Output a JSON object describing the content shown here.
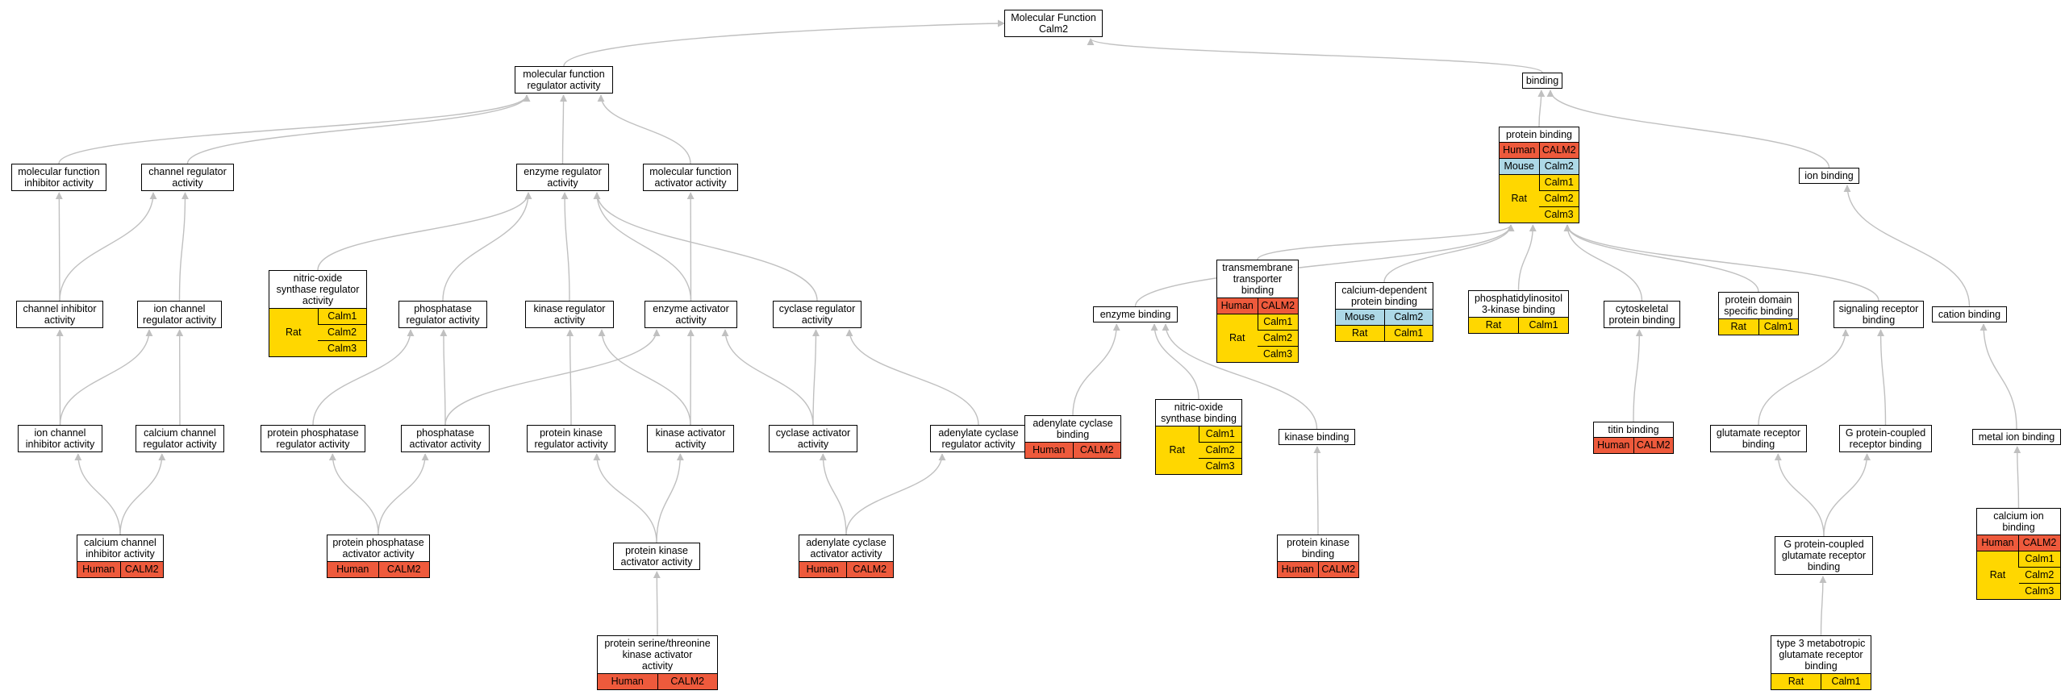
{
  "diagram": {
    "edge_color": "#c0c0c0",
    "species_colors": {
      "Human": "#ee5a3c",
      "Mouse": "#add8e6",
      "Rat": "#ffd700"
    },
    "nodes": {
      "root": {
        "label": "Molecular Function\nCalm2"
      },
      "mfreg": {
        "label": "molecular function\nregulator activity"
      },
      "binding": {
        "label": "binding"
      },
      "mfinhib": {
        "label": "molecular function\ninhibitor activity"
      },
      "chanreg": {
        "label": "channel regulator\nactivity"
      },
      "enzreg": {
        "label": "enzyme regulator\nactivity"
      },
      "mfact": {
        "label": "molecular function\nactivator activity"
      },
      "protbind": {
        "label": "protein binding",
        "orthologs": [
          {
            "species": "Human",
            "genes": [
              "CALM2"
            ]
          },
          {
            "species": "Mouse",
            "genes": [
              "Calm2"
            ]
          },
          {
            "species": "Rat",
            "genes": [
              "Calm1",
              "Calm2",
              "Calm3"
            ]
          }
        ]
      },
      "ionbind": {
        "label": "ion binding"
      },
      "chaninhib": {
        "label": "channel inhibitor\nactivity"
      },
      "ionchanreg": {
        "label": "ion channel\nregulator activity"
      },
      "nosreg": {
        "label": "nitric-oxide\nsynthase regulator\nactivity",
        "orthologs": [
          {
            "species": "Rat",
            "genes": [
              "Calm1",
              "Calm2",
              "Calm3"
            ]
          }
        ]
      },
      "phosreg": {
        "label": "phosphatase\nregulator activity"
      },
      "kinreg": {
        "label": "kinase regulator\nactivity"
      },
      "enzact": {
        "label": "enzyme activator\nactivity"
      },
      "cycreg": {
        "label": "cyclase regulator\nactivity"
      },
      "enzbind": {
        "label": "enzyme binding"
      },
      "tmtrans": {
        "label": "transmembrane\ntransporter\nbinding",
        "orthologs": [
          {
            "species": "Human",
            "genes": [
              "CALM2"
            ]
          },
          {
            "species": "Rat",
            "genes": [
              "Calm1",
              "Calm2",
              "Calm3"
            ]
          }
        ]
      },
      "cadep": {
        "label": "calcium-dependent\nprotein binding",
        "orthologs": [
          {
            "species": "Mouse",
            "genes": [
              "Calm2"
            ]
          },
          {
            "species": "Rat",
            "genes": [
              "Calm1"
            ]
          }
        ]
      },
      "pi3k": {
        "label": "phosphatidylinositol\n3-kinase binding",
        "orthologs": [
          {
            "species": "Rat",
            "genes": [
              "Calm1"
            ]
          }
        ]
      },
      "cytobind": {
        "label": "cytoskeletal\nprotein binding"
      },
      "domainbind": {
        "label": "protein domain\nspecific binding",
        "orthologs": [
          {
            "species": "Rat",
            "genes": [
              "Calm1"
            ]
          }
        ]
      },
      "sigrec": {
        "label": "signaling receptor\nbinding"
      },
      "cationbind": {
        "label": "cation binding"
      },
      "ionchaninhib": {
        "label": "ion channel\ninhibitor activity"
      },
      "cachanreg": {
        "label": "calcium channel\nregulator activity"
      },
      "pprotreg": {
        "label": "protein phosphatase\nregulator activity"
      },
      "phosact": {
        "label": "phosphatase\nactivator activity"
      },
      "pkreg": {
        "label": "protein kinase\nregulator activity"
      },
      "kinact": {
        "label": "kinase activator\nactivity"
      },
      "cycact": {
        "label": "cyclase activator\nactivity"
      },
      "acreg": {
        "label": "adenylate cyclase\nregulator activity"
      },
      "acbind": {
        "label": "adenylate cyclase\nbinding",
        "orthologs": [
          {
            "species": "Human",
            "genes": [
              "CALM2"
            ]
          }
        ]
      },
      "nosbind": {
        "label": "nitric-oxide\nsynthase binding",
        "orthologs": [
          {
            "species": "Rat",
            "genes": [
              "Calm1",
              "Calm2",
              "Calm3"
            ]
          }
        ]
      },
      "kinbind": {
        "label": "kinase binding"
      },
      "titin": {
        "label": "titin binding",
        "orthologs": [
          {
            "species": "Human",
            "genes": [
              "CALM2"
            ]
          }
        ]
      },
      "gluRbind": {
        "label": "glutamate receptor\nbinding"
      },
      "gpcrbind": {
        "label": "G protein-coupled\nreceptor binding"
      },
      "metalion": {
        "label": "metal ion binding"
      },
      "cachaninhib": {
        "label": "calcium channel\ninhibitor activity",
        "orthologs": [
          {
            "species": "Human",
            "genes": [
              "CALM2"
            ]
          }
        ]
      },
      "ppact": {
        "label": "protein phosphatase\nactivator activity",
        "orthologs": [
          {
            "species": "Human",
            "genes": [
              "CALM2"
            ]
          }
        ]
      },
      "pkact": {
        "label": "protein kinase\nactivator activity"
      },
      "acact": {
        "label": "adenylate cyclase\nactivator activity",
        "orthologs": [
          {
            "species": "Human",
            "genes": [
              "CALM2"
            ]
          }
        ]
      },
      "pkbind": {
        "label": "protein kinase\nbinding",
        "orthologs": [
          {
            "species": "Human",
            "genes": [
              "CALM2"
            ]
          }
        ]
      },
      "gpglu": {
        "label": "G protein-coupled\nglutamate receptor\nbinding"
      },
      "caion": {
        "label": "calcium ion\nbinding",
        "orthologs": [
          {
            "species": "Human",
            "genes": [
              "CALM2"
            ]
          },
          {
            "species": "Rat",
            "genes": [
              "Calm1",
              "Calm2",
              "Calm3"
            ]
          }
        ]
      },
      "pstkact": {
        "label": "protein serine/threonine\nkinase activator\nactivity",
        "orthologs": [
          {
            "species": "Human",
            "genes": [
              "CALM2"
            ]
          }
        ]
      },
      "type3": {
        "label": "type 3 metabotropic\nglutamate receptor\nbinding",
        "orthologs": [
          {
            "species": "Rat",
            "genes": [
              "Calm1"
            ]
          }
        ]
      }
    }
  }
}
